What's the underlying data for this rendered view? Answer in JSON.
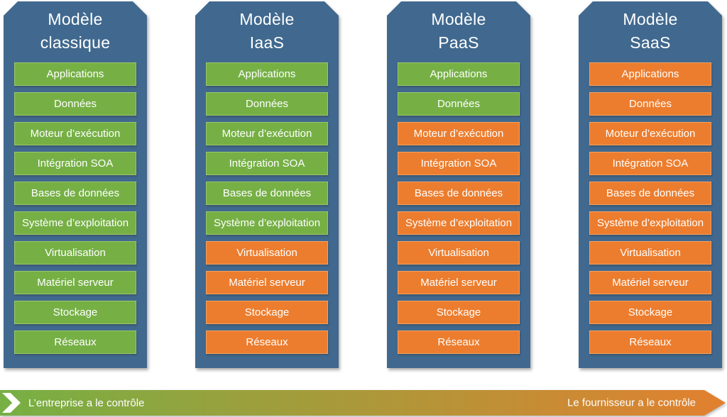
{
  "columns": [
    {
      "title_line1": "Modèle",
      "title_line2": "classique",
      "layers": [
        {
          "label": "Applications",
          "control": "enterprise"
        },
        {
          "label": "Données",
          "control": "enterprise"
        },
        {
          "label": "Moteur d’exécution",
          "control": "enterprise"
        },
        {
          "label": "Intégration SOA",
          "control": "enterprise"
        },
        {
          "label": "Bases de données",
          "control": "enterprise"
        },
        {
          "label": "Système d’exploitation",
          "control": "enterprise"
        },
        {
          "label": "Virtualisation",
          "control": "enterprise"
        },
        {
          "label": "Matériel serveur",
          "control": "enterprise"
        },
        {
          "label": "Stockage",
          "control": "enterprise"
        },
        {
          "label": "Réseaux",
          "control": "enterprise"
        }
      ]
    },
    {
      "title_line1": "Modèle",
      "title_line2": "IaaS",
      "layers": [
        {
          "label": "Applications",
          "control": "enterprise"
        },
        {
          "label": "Données",
          "control": "enterprise"
        },
        {
          "label": "Moteur d’exécution",
          "control": "enterprise"
        },
        {
          "label": "Intégration SOA",
          "control": "enterprise"
        },
        {
          "label": "Bases de données",
          "control": "enterprise"
        },
        {
          "label": "Système d’exploitation",
          "control": "enterprise"
        },
        {
          "label": "Virtualisation",
          "control": "provider"
        },
        {
          "label": "Matériel serveur",
          "control": "provider"
        },
        {
          "label": "Stockage",
          "control": "provider"
        },
        {
          "label": "Réseaux",
          "control": "provider"
        }
      ]
    },
    {
      "title_line1": "Modèle",
      "title_line2": "PaaS",
      "layers": [
        {
          "label": "Applications",
          "control": "enterprise"
        },
        {
          "label": "Données",
          "control": "enterprise"
        },
        {
          "label": "Moteur d’exécution",
          "control": "provider"
        },
        {
          "label": "Intégration SOA",
          "control": "provider"
        },
        {
          "label": "Bases de données",
          "control": "provider"
        },
        {
          "label": "Système d’exploitation",
          "control": "provider"
        },
        {
          "label": "Virtualisation",
          "control": "provider"
        },
        {
          "label": "Matériel serveur",
          "control": "provider"
        },
        {
          "label": "Stockage",
          "control": "provider"
        },
        {
          "label": "Réseaux",
          "control": "provider"
        }
      ]
    },
    {
      "title_line1": "Modèle",
      "title_line2": "SaaS",
      "layers": [
        {
          "label": "Applications",
          "control": "provider"
        },
        {
          "label": "Données",
          "control": "provider"
        },
        {
          "label": "Moteur d’exécution",
          "control": "provider"
        },
        {
          "label": "Intégration SOA",
          "control": "provider"
        },
        {
          "label": "Bases de données",
          "control": "provider"
        },
        {
          "label": "Système d’exploitation",
          "control": "provider"
        },
        {
          "label": "Virtualisation",
          "control": "provider"
        },
        {
          "label": "Matériel serveur",
          "control": "provider"
        },
        {
          "label": "Stockage",
          "control": "provider"
        },
        {
          "label": "Réseaux",
          "control": "provider"
        }
      ]
    }
  ],
  "legend": {
    "left_label": "L’entreprise a le contrôle",
    "right_label": "Le fournisseur a le contrôle"
  },
  "colors": {
    "enterprise": "#76B045",
    "enterprise_border": "#9AC76B",
    "provider": "#EC7D2E",
    "provider_border": "#F2A263",
    "column_bg": "#41698F",
    "gradient_left": "#76B044",
    "gradient_right": "#E2802F"
  }
}
